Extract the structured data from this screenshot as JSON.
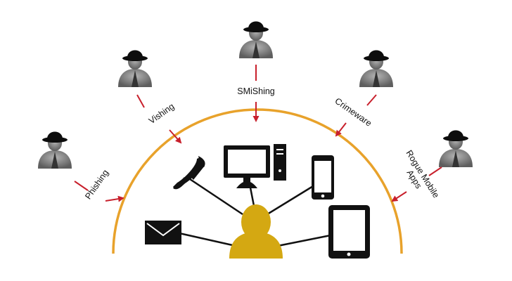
{
  "attack_vectors": [
    {
      "id": "phishing",
      "label": "Phishing",
      "icon": "hacker-icon"
    },
    {
      "id": "vishing",
      "label": "Vishing",
      "icon": "hacker-icon"
    },
    {
      "id": "smishing",
      "label": "SMiShing",
      "icon": "hacker-icon"
    },
    {
      "id": "crimeware",
      "label": "Crimeware",
      "icon": "hacker-icon"
    },
    {
      "id": "rogue",
      "label_line1": "Rogue Mobile",
      "label_line2": "Apps",
      "icon": "hacker-icon"
    }
  ],
  "devices": [
    "email-icon",
    "phone-handset-icon",
    "desktop-computer-icon",
    "smartphone-icon",
    "tablet-icon"
  ],
  "center": {
    "icon": "user-icon"
  },
  "colors": {
    "arc": "#E8A22B",
    "arrow": "#C8202C",
    "user": "#D4A812",
    "device": "#111111",
    "hacker_body": "#8a8a8a"
  }
}
